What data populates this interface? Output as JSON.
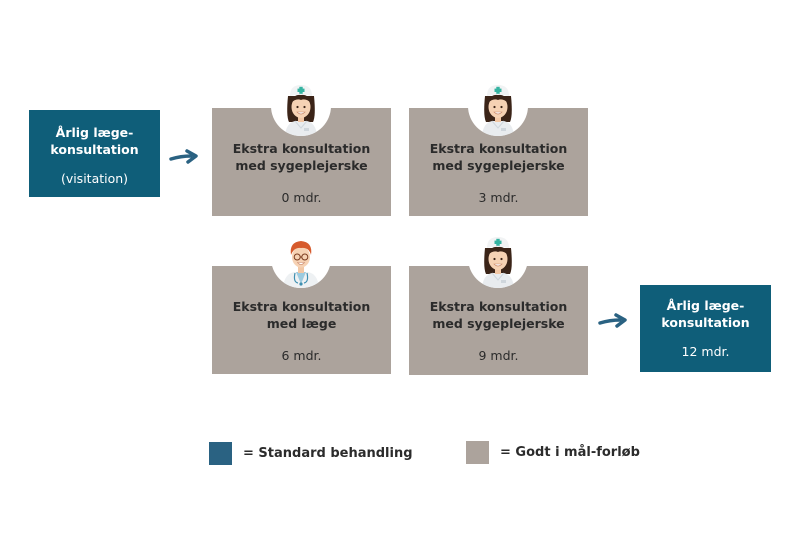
{
  "start_box": {
    "line1": "Årlig læge-",
    "line2": "konsultation",
    "sub": "(visitation)"
  },
  "boxes": [
    {
      "line1": "Ekstra konsultation",
      "line2": "med sygeplejerske",
      "time": "0 mdr.",
      "icon": "nurse-icon"
    },
    {
      "line1": "Ekstra konsultation",
      "line2": "med sygeplejerske",
      "time": "3 mdr.",
      "icon": "nurse-icon"
    },
    {
      "line1": "Ekstra konsultation",
      "line2": "med læge",
      "time": "6 mdr.",
      "icon": "doctor-icon"
    },
    {
      "line1": "Ekstra konsultation",
      "line2": "med sygeplejerske",
      "time": "9 mdr.",
      "icon": "nurse-icon"
    }
  ],
  "end_box": {
    "line1": "Årlig læge-",
    "line2": "konsultation",
    "time": "12 mdr."
  },
  "legend": [
    {
      "label": "= Standard behandling",
      "color": "#2a6282"
    },
    {
      "label": "= Godt i mål-forløb",
      "color": "#aca39c"
    }
  ],
  "colors": {
    "standard": "#0f5e79",
    "godt_i_maal": "#aca39c",
    "arrow": "#2a6282"
  }
}
